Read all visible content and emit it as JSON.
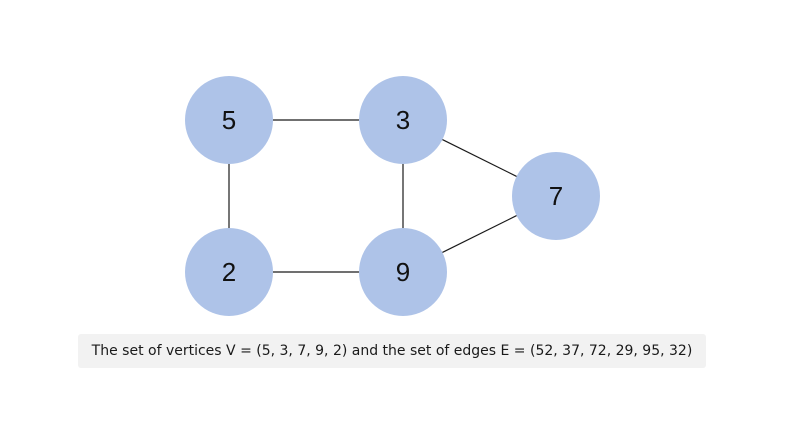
{
  "diagram": {
    "node_color": "#aec3e8",
    "nodes": [
      {
        "id": "5",
        "label": "5"
      },
      {
        "id": "3",
        "label": "3"
      },
      {
        "id": "7",
        "label": "7"
      },
      {
        "id": "2",
        "label": "2"
      },
      {
        "id": "9",
        "label": "9"
      }
    ],
    "edges": [
      {
        "from": "5",
        "to": "3"
      },
      {
        "from": "5",
        "to": "2"
      },
      {
        "from": "3",
        "to": "9"
      },
      {
        "from": "3",
        "to": "7"
      },
      {
        "from": "2",
        "to": "9"
      },
      {
        "from": "9",
        "to": "7"
      }
    ]
  },
  "caption": {
    "text": "The set of vertices V = (5, 3, 7, 9, 2) and the set of edges E = (52, 37, 72, 29, 95, 32)"
  }
}
